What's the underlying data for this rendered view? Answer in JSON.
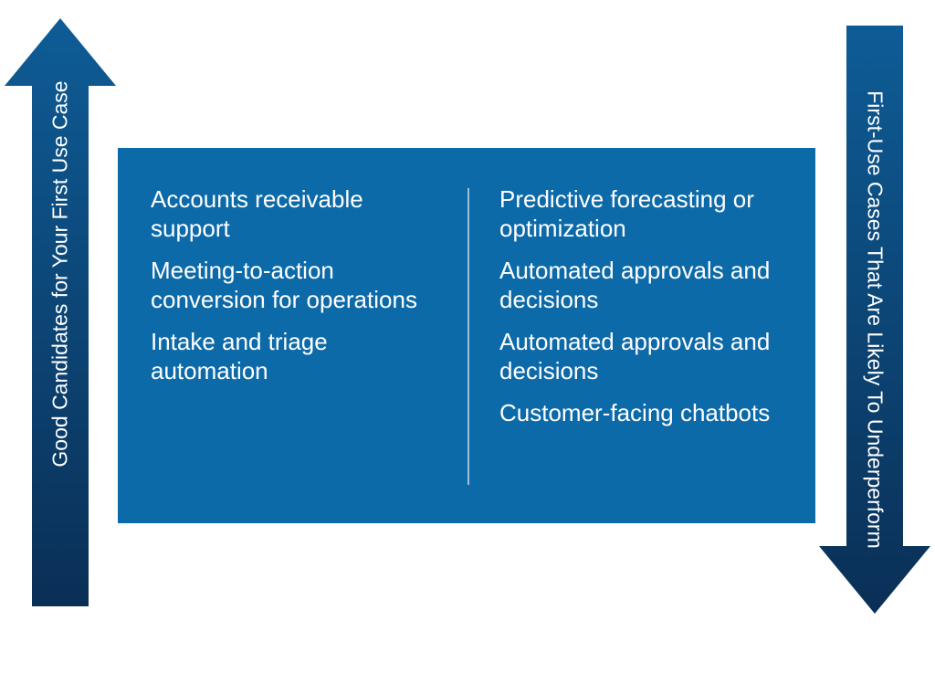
{
  "colors": {
    "panel": "#0d6aa8",
    "arrow_light": "#0e5c96",
    "arrow_dark": "#0a2f56",
    "text": "#ffffff",
    "divider": "#9bbfd9"
  },
  "arrows": {
    "left": {
      "direction": "up",
      "label": "Good Candidates for Your First Use Case"
    },
    "right": {
      "direction": "down",
      "label": "First-Use Cases That Are Likely To Underperform"
    }
  },
  "panel": {
    "left_items": [
      "Accounts receivable support",
      "Meeting-to-action conversion for operations",
      "Intake and triage automation"
    ],
    "right_items": [
      "Predictive forecasting or optimization",
      "Automated approvals and decisions",
      "Automated approvals and decisions",
      "Customer-facing chatbots"
    ]
  }
}
